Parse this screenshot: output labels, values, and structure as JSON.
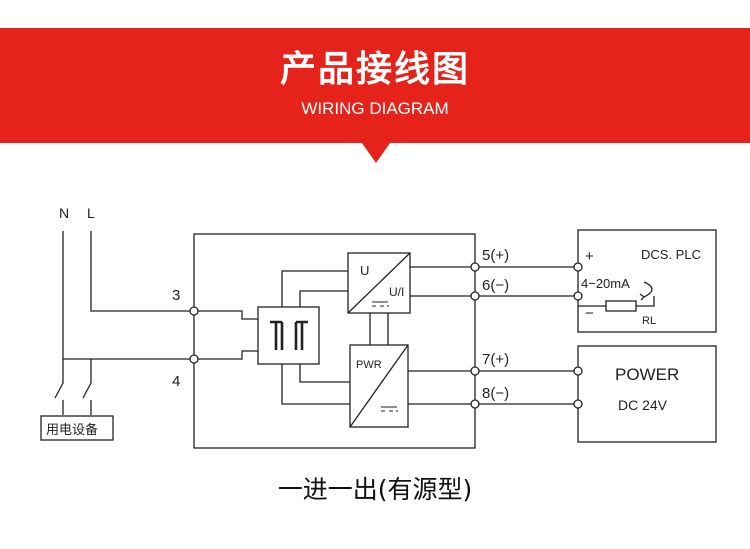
{
  "header": {
    "title": "产品接线图",
    "subtitle": "WIRING DIAGRAM",
    "background_color": "#e5231b",
    "text_color": "#ffffff"
  },
  "diagram": {
    "line_labels": {
      "neutral": "N",
      "live": "L"
    },
    "input_terminals": {
      "top": "3",
      "bottom": "4"
    },
    "output_terminals": [
      "5(+)",
      "6(−)",
      "7(+)",
      "8(−)"
    ],
    "converter_block": {
      "input_label": "U",
      "output_label": "U/I"
    },
    "power_block": {
      "label": "PWR"
    },
    "load_device": "用电设备",
    "plc_box": {
      "title": "DCS. PLC",
      "plus": "+",
      "minus": "−",
      "signal": "4−20mA",
      "resistor": "RL"
    },
    "power_box": {
      "title": "POWER",
      "voltage": "DC 24V"
    }
  },
  "caption": "一进一出(有源型)"
}
